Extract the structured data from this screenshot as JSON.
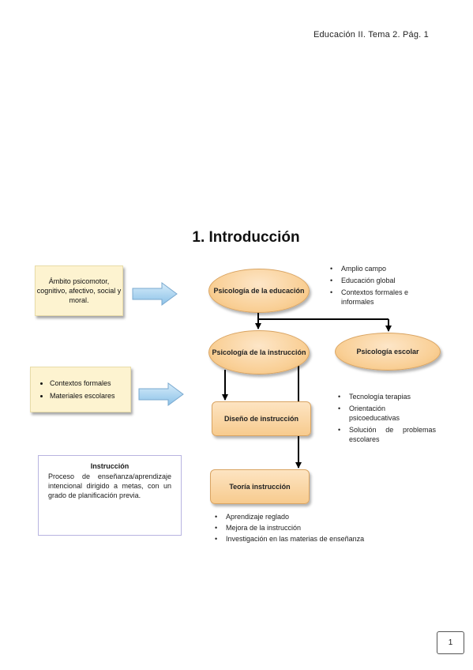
{
  "header": {
    "text": "Educación II. Tema 2. Pág. 1"
  },
  "section": {
    "title": "1. Introducción"
  },
  "note_a": {
    "text": "Ámbito psicomotor, cognitivo, afectivo, social y moral."
  },
  "note_b": {
    "items": [
      "Contextos formales",
      "Materiales escolares"
    ]
  },
  "nodes": {
    "psicologia_educacion": "Psicología de la educación",
    "psicologia_instruccion": "Psicología de la instrucción",
    "psicologia_escolar": "Psicología escolar",
    "diseno_instruccion": "Diseño de instrucción",
    "teoria_instruccion": "Teoría instrucción"
  },
  "bullets_education": [
    "Amplio campo",
    "Educación global",
    "Contextos formales e informales"
  ],
  "bullets_escolar": [
    "Tecnología terapias",
    "Orientación psicoeducativas",
    "Solución de problemas escolares"
  ],
  "bullets_teoria": [
    "Aprendizaje reglado",
    "Mejora de la instrucción",
    "Investigación en las materias de enseñanza"
  ],
  "definition": {
    "title": "Instrucción",
    "body": "Proceso de enseñanza/aprendizaje intencional dirigido a metas, con un grado de planificación previa."
  },
  "footer": {
    "page_number": "1"
  },
  "colors": {
    "node_fill": "#f9cf95",
    "note_fill": "#fdf3d0",
    "arrow_fill": "#a9d3ef",
    "definition_border": "#b8b4e0"
  },
  "icons": {
    "block_arrow": "right-block-arrow-icon"
  }
}
